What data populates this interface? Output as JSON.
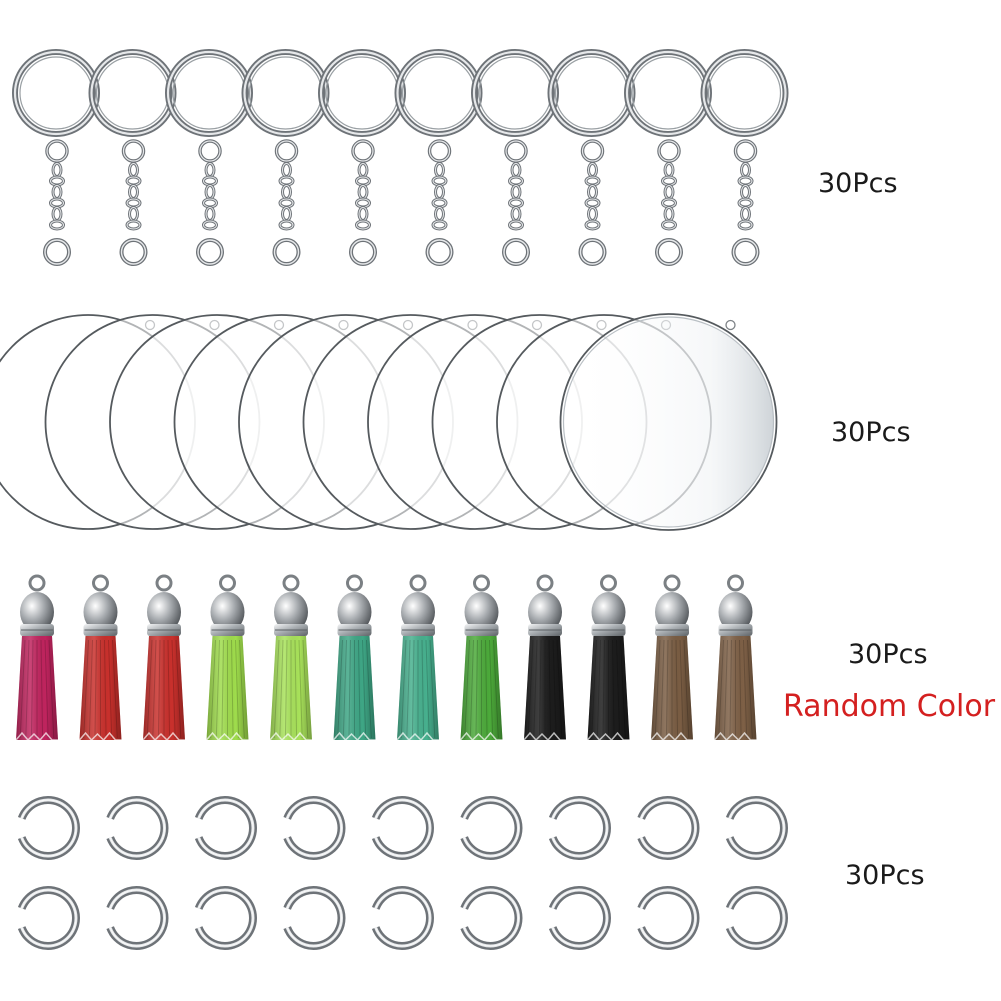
{
  "sections": {
    "keyrings": {
      "label": "30Pcs",
      "count_shown": 10
    },
    "discs": {
      "label": "30Pcs",
      "count_shown": 10
    },
    "tassels": {
      "label": "30Pcs",
      "note": "Random Color",
      "colors": [
        "#c0245e",
        "#c9302c",
        "#c9302c",
        "#9fdc4c",
        "#a8e25a",
        "#3ea685",
        "#47b08e",
        "#4caa3a",
        "#1c1c1c",
        "#1c1c1c",
        "#7a5d43",
        "#7e6046"
      ]
    },
    "jumprings": {
      "label": "30Pcs",
      "rows": 2,
      "per_row": 9
    }
  },
  "colors": {
    "metal_dark": "#6e7378",
    "metal_light": "#e6e8ea",
    "disc_edge": "#555a5e",
    "note_red": "#d42020",
    "text": "#1a1a1a"
  },
  "icons": {
    "keyring": "split-ring-with-chain",
    "disc": "clear-acrylic-disc",
    "tassel": "leather-tassel",
    "jumpring": "open-jump-ring"
  }
}
